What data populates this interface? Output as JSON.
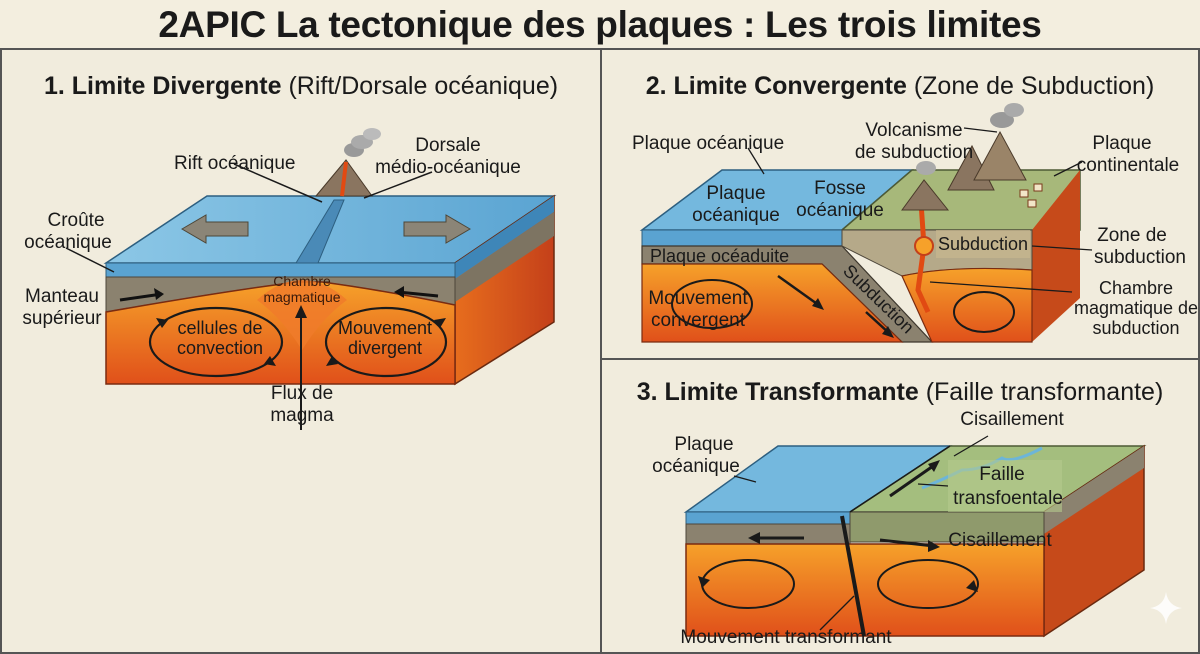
{
  "title": "2APIC La tectonique des plaques : Les trois limites",
  "panel1": {
    "heading_bold": "1. Limite Divergente",
    "heading_rest": " (Rift/Dorsale océanique)",
    "labels": {
      "rift": "Rift océanique",
      "dorsale_1": "Dorsale",
      "dorsale_2": "médio-océanique",
      "croute_1": "Croûte",
      "croute_2": "océanique",
      "manteau_1": "Manteau",
      "manteau_2": "supérieur",
      "chambre_1": "Chambre",
      "chambre_2": "magmatique",
      "cellules_1": "cellules de",
      "cellules_2": "convection",
      "mouvement_1": "Mouvement",
      "mouvement_2": "divergent",
      "flux_1": "Flux de",
      "flux_2": "magma"
    }
  },
  "panel2": {
    "heading_bold": "2. Limite Convergente",
    "heading_rest": " (Zone de Subduction)",
    "labels": {
      "plaque_oc_top": "Plaque océanique",
      "volcanisme_1": "Volcanisme",
      "volcanisme_2": "de subduction",
      "plaque_cont_1": "Plaque",
      "plaque_cont_2": "continentale",
      "plaque_oc_1": "Plaque",
      "plaque_oc_2": "océanique",
      "fosse_1": "Fosse",
      "fosse_2": "océanique",
      "subduction_box": "Subduction",
      "zone_1": "Zone de",
      "zone_2": "subduction",
      "plaque_oceaduite": "Plaque océaduite",
      "subduction_slab": "Subduction",
      "mouvement_1": "Mouvement",
      "mouvement_2": "convergent",
      "chambre_1": "Chambre",
      "chambre_2": "magmatique de",
      "chambre_3": "subduction"
    }
  },
  "panel3": {
    "heading_bold": "3. Limite Transformante",
    "heading_rest": " (Faille transformante)",
    "labels": {
      "cisaillement_top": "Cisaillement",
      "plaque_1": "Plaque",
      "plaque_2": "océanique",
      "faille_1": "Faille",
      "faille_2": "transfoentale",
      "cisaillement_side": "Cisaillement",
      "mouvement": "Mouvement transformant"
    }
  },
  "colors": {
    "ocean": "#6fb6dc",
    "ocean_dark": "#3e86b8",
    "crust": "#8f8572",
    "mantle_hot": "#f3901f",
    "mantle_deep": "#e2541a",
    "magma": "#e84a12",
    "land": "#93b86a",
    "background": "#f1ecdd"
  }
}
